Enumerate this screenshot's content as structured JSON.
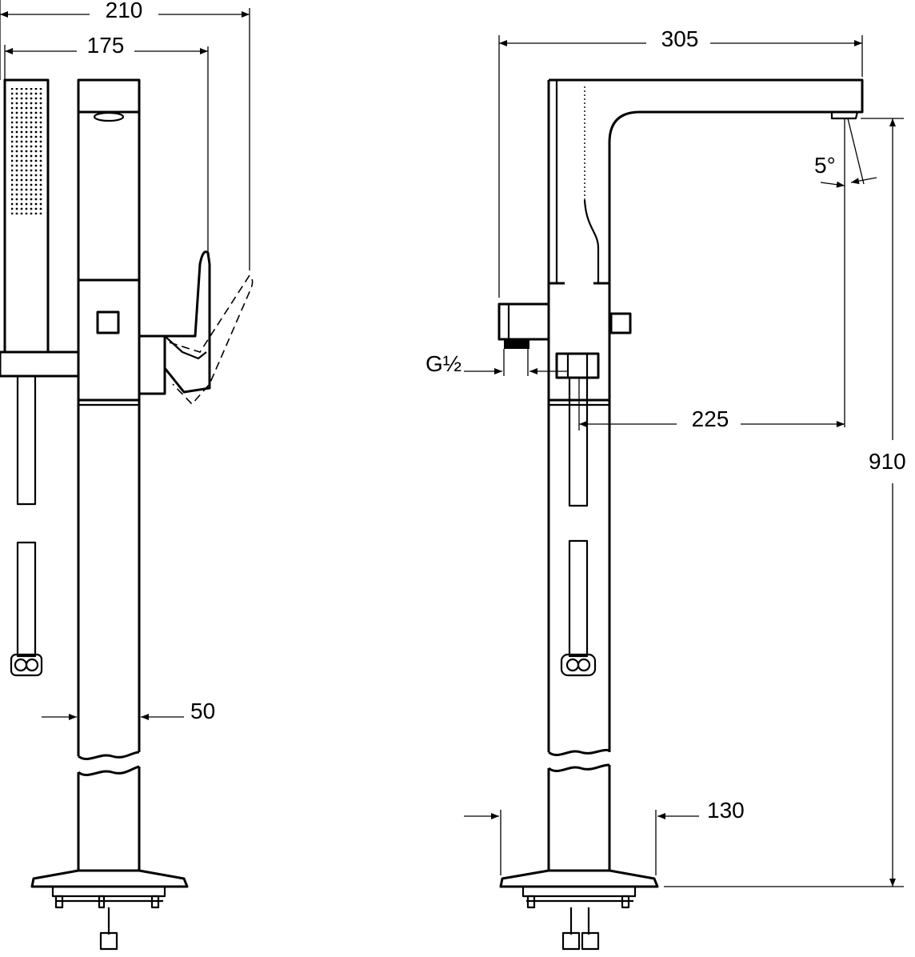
{
  "dimensions": {
    "overall_width_side": "210",
    "lever_width_side": "175",
    "column_width": "50",
    "spout_reach": "305",
    "spout_angle": "5°",
    "connection_thread": "G½",
    "outlet_offset": "225",
    "total_height": "910",
    "base_diameter": "130"
  },
  "colors": {
    "line": "#000000",
    "background": "#ffffff"
  }
}
